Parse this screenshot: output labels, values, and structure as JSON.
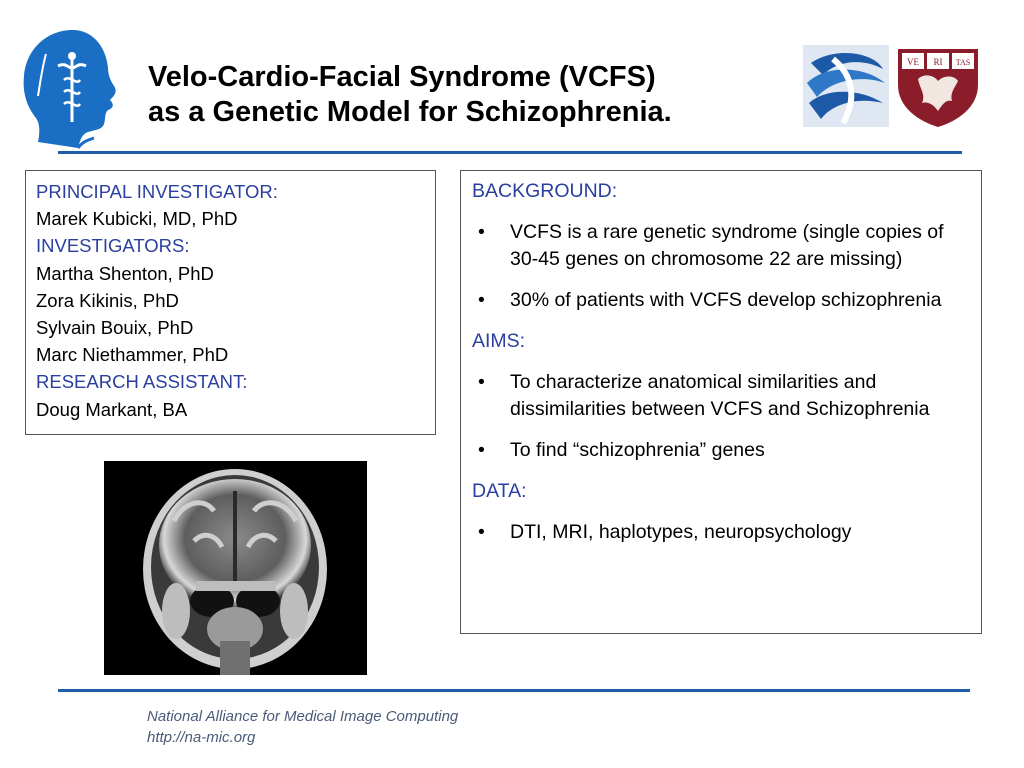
{
  "title": {
    "line1": "Velo-Cardio-Facial Syndrome (VCFS)",
    "line2": "as a Genetic Model for Schizophrenia."
  },
  "people": {
    "pi_heading": "PRINCIPAL INVESTIGATOR:",
    "pi_name": "Marek Kubicki, MD, PhD",
    "investigators_heading": "INVESTIGATORS:",
    "investigators": [
      "Martha Shenton, PhD",
      "Zora Kikinis, PhD",
      "Sylvain Bouix, PhD",
      "Marc Niethammer, PhD"
    ],
    "ra_heading": "RESEARCH ASSISTANT:",
    "ra_name": "Doug Markant, BA"
  },
  "background": {
    "heading": "BACKGROUND:",
    "bullets": [
      "VCFS is a rare genetic syndrome (single copies of 30-45 genes on chromosome 22 are missing)",
      "30% of patients with VCFS develop schizophrenia"
    ]
  },
  "aims": {
    "heading": "AIMS:",
    "bullets": [
      "To characterize anatomical similarities and dissimilarities between VCFS and Schizophrenia",
      "To find “schizophrenia” genes"
    ]
  },
  "data_section": {
    "heading": "DATA:",
    "bullets": [
      "DTI, MRI, haplotypes, neuropsychology"
    ]
  },
  "bullet_glyph": "•",
  "harvard_shield": [
    "VE",
    "RI",
    "TAS"
  ],
  "footer": {
    "org": "National Alliance for Medical Image Computing",
    "url": "http://na-mic.org"
  },
  "colors": {
    "accent_blue": "#1f5fa8",
    "heading_blue": "#2a3fa0",
    "harvard_crimson": "#8b1c2a"
  },
  "icons": [
    "namic-head-logo-icon",
    "ucsd-swirl-logo-icon",
    "harvard-shield-logo-icon",
    "mri-brain-image"
  ]
}
